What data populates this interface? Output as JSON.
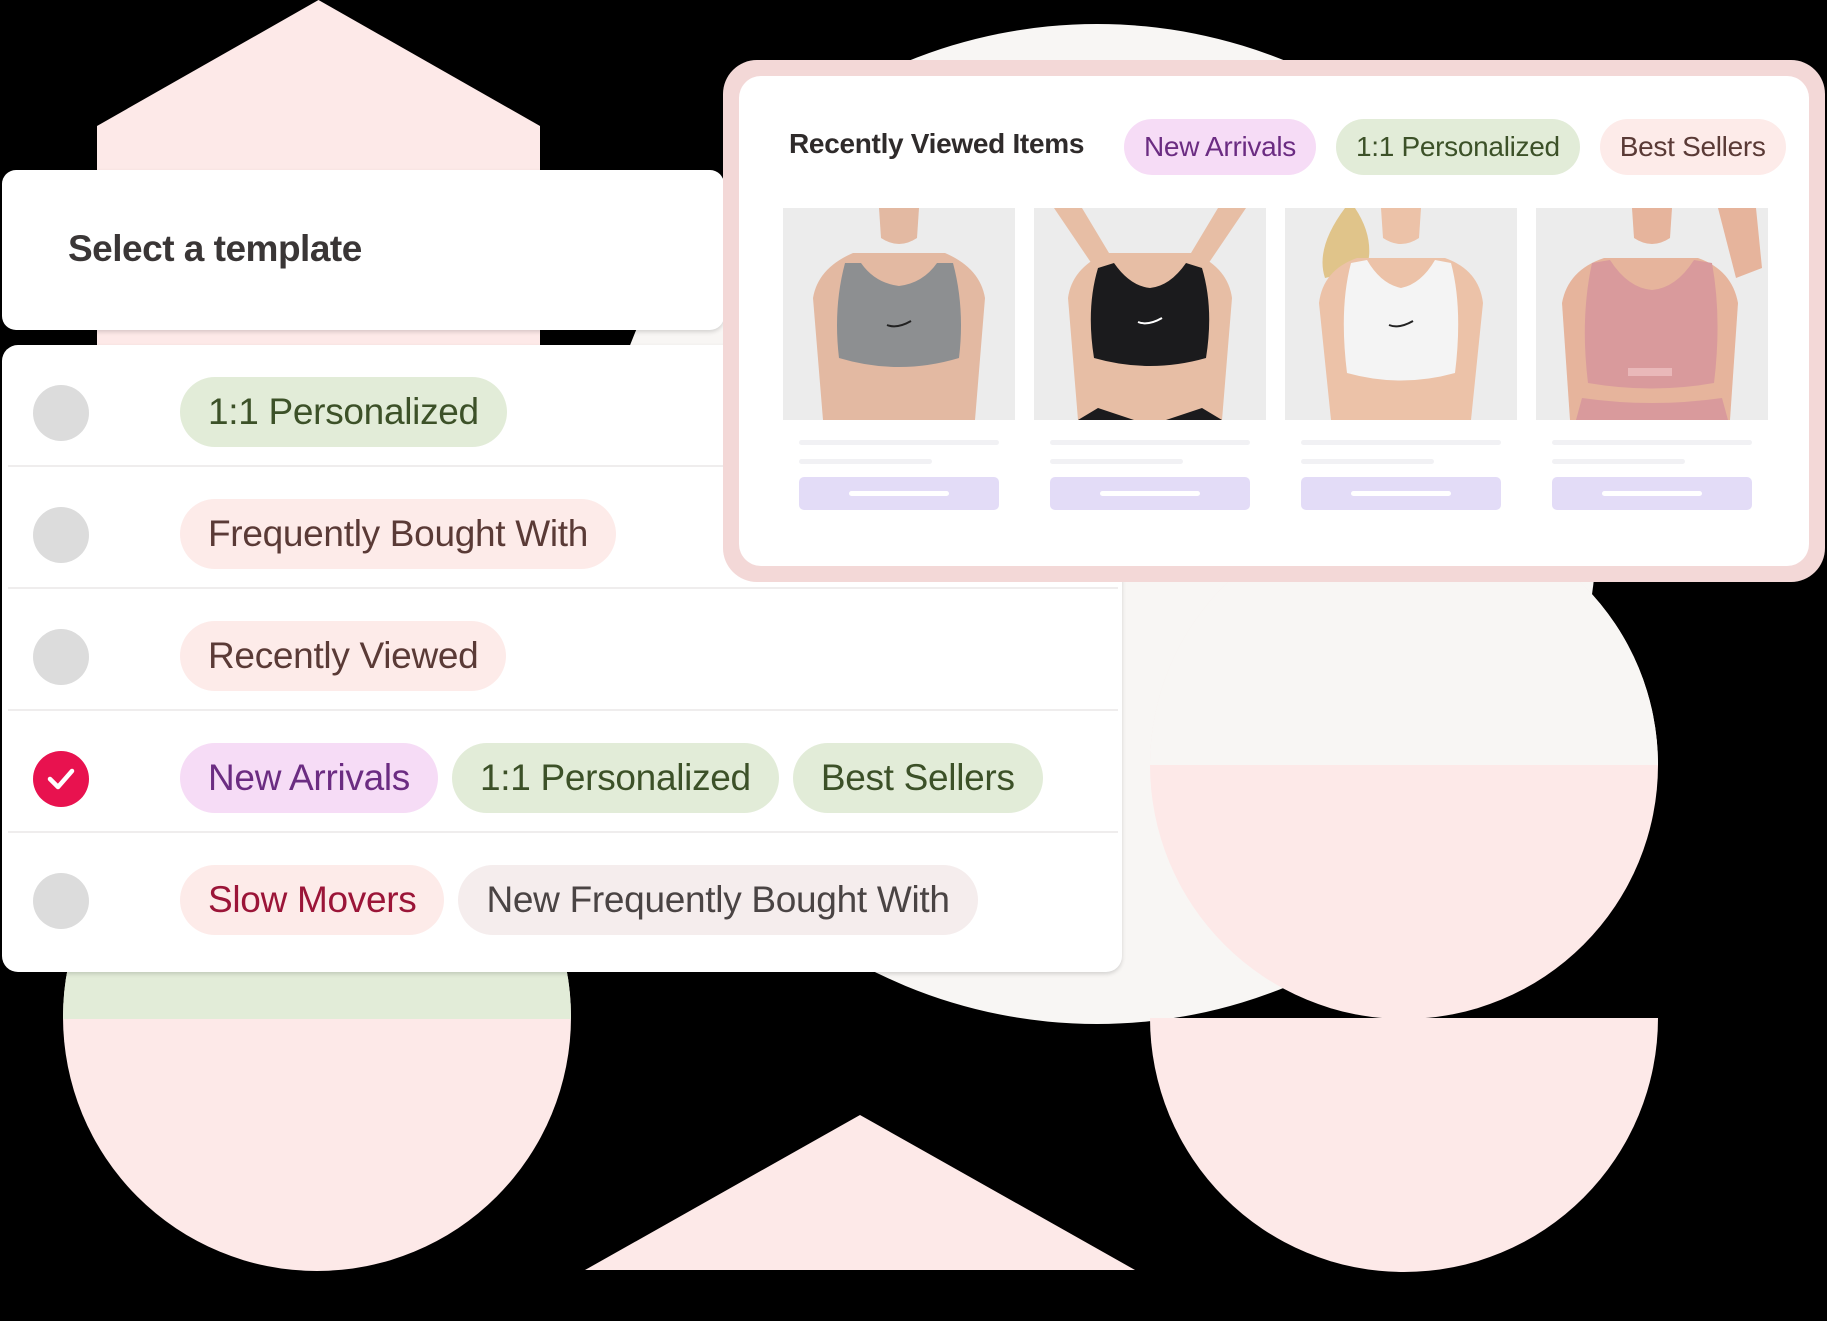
{
  "template_panel": {
    "title": "Select a template",
    "rows": [
      {
        "selected": false,
        "tags": [
          {
            "label": "1:1 Personalized",
            "style": "green"
          }
        ]
      },
      {
        "selected": false,
        "tags": [
          {
            "label": "Frequently Bought With",
            "style": "pink"
          }
        ]
      },
      {
        "selected": false,
        "tags": [
          {
            "label": "Recently Viewed",
            "style": "pink"
          }
        ]
      },
      {
        "selected": true,
        "tags": [
          {
            "label": "New Arrivals",
            "style": "purple"
          },
          {
            "label": "1:1 Personalized",
            "style": "green"
          },
          {
            "label": "Best Sellers",
            "style": "green"
          }
        ]
      },
      {
        "selected": false,
        "tags": [
          {
            "label": "Slow Movers",
            "style": "red"
          },
          {
            "label": "New Frequently Bought With",
            "style": "gray"
          }
        ]
      }
    ]
  },
  "preview": {
    "title": "Recently Viewed Items",
    "tags": [
      {
        "label": "New Arrivals",
        "style": "purple"
      },
      {
        "label": "1:1 Personalized",
        "style": "green"
      },
      {
        "label": "Best Sellers",
        "style": "pink"
      }
    ],
    "products": [
      {
        "image": "grey-sports-bra",
        "bra_color": "#8d8f91"
      },
      {
        "image": "black-sports-bra",
        "bra_color": "#1b1b1d"
      },
      {
        "image": "white-sports-bra",
        "bra_color": "#f4f4f4"
      },
      {
        "image": "pink-sports-bra",
        "bra_color": "#d99a9c"
      }
    ]
  },
  "colors": {
    "selected_radio": "#e8124f",
    "tag_green": "#e2ecd8",
    "tag_pink": "#fdebe9",
    "tag_purple": "#f6dcf6",
    "card_border": "#f3d8d7"
  }
}
